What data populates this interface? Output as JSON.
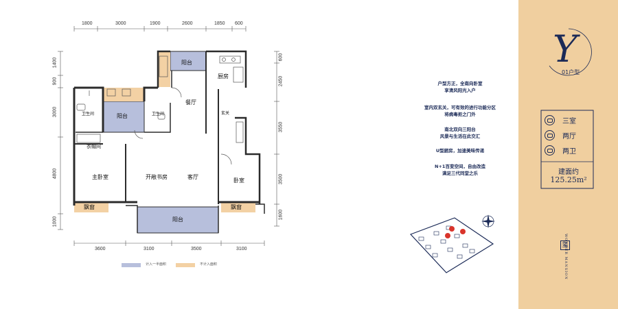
{
  "top_dims": [
    "1800",
    "3000",
    "1900",
    "2600",
    "1850",
    "600"
  ],
  "bottom_dims": [
    "3600",
    "3100",
    "3500",
    "3100"
  ],
  "left_dims": [
    "1400",
    "900",
    "3000",
    "4800",
    "1000"
  ],
  "right_dims": [
    "600",
    "2450",
    "3550",
    "3500",
    "1600"
  ],
  "rooms": {
    "balcony_top": "阳台",
    "kitchen": "厨房",
    "dining": "餐厅",
    "entrance": "玄关",
    "bath1": "卫生间",
    "balcony_mid": "阳台",
    "bath2": "卫生间",
    "walkin": "衣帽间",
    "master": "主卧室",
    "study": "开敞书房",
    "living": "客厅",
    "bedroom": "卧室",
    "bay1": "飘窗",
    "bay2": "飘窗",
    "balcony_bottom": "阳台"
  },
  "legend": {
    "half_area": "计入一半面积",
    "no_area": "不计入面积",
    "half_color": "#b7bfdc",
    "no_color": "#f3d1a4"
  },
  "panel": {
    "letter": "Y",
    "unit_type": "01户型",
    "desc": [
      "户型方正，全南向卧室",
      "享清风阳光入户",
      "室内双玄关，可有效的进行功能分区",
      "将病毒拒之门外",
      "南北双向三阳台",
      "风景与生活在此交汇",
      "U型厨房，加速美味传递",
      "N+1百变空间，自由改造",
      "满足三代同堂之乐"
    ],
    "features": [
      "三室",
      "两厅",
      "两卫"
    ],
    "area_label": "建面约",
    "area_value": "125.25m²",
    "brand": "WONDER MANSION",
    "seal": "玺"
  },
  "colors": {
    "navy": "#1b2a57",
    "side": "#f0cf9f",
    "accent": "#d9342b"
  }
}
